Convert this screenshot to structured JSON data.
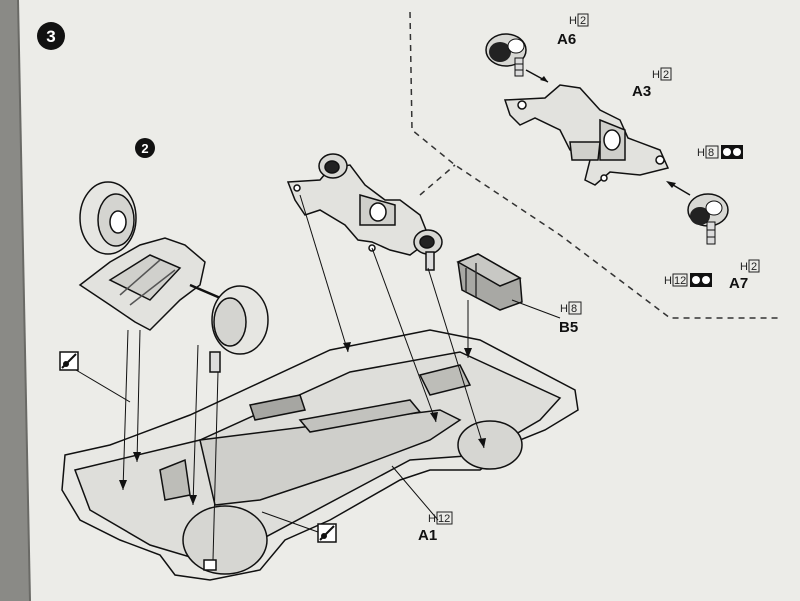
{
  "step": {
    "number": "3",
    "sub_step": "2"
  },
  "parts": {
    "a6": {
      "code": "A6",
      "ref": "H",
      "ref_num": "2"
    },
    "a3": {
      "code": "A3",
      "ref": "H",
      "ref_num": "2"
    },
    "a7": {
      "code": "A7",
      "ref": "H",
      "ref_num": "2"
    },
    "a7_top": {
      "ref": "H",
      "ref_num": "8"
    },
    "a7_bottom": {
      "ref": "H",
      "ref_num": "12"
    },
    "b5": {
      "code": "B5",
      "ref": "H",
      "ref_num": "8"
    },
    "a1": {
      "code": "A1",
      "ref": "H",
      "ref_num": "12"
    }
  },
  "colors": {
    "paper": "#ecece8",
    "ink": "#1a1a1a",
    "gray_part": "#bdbdb8",
    "background": "#8a8a86"
  },
  "icons": [
    "screw-icon",
    "screw-icon",
    "pairing-mark-icon"
  ]
}
